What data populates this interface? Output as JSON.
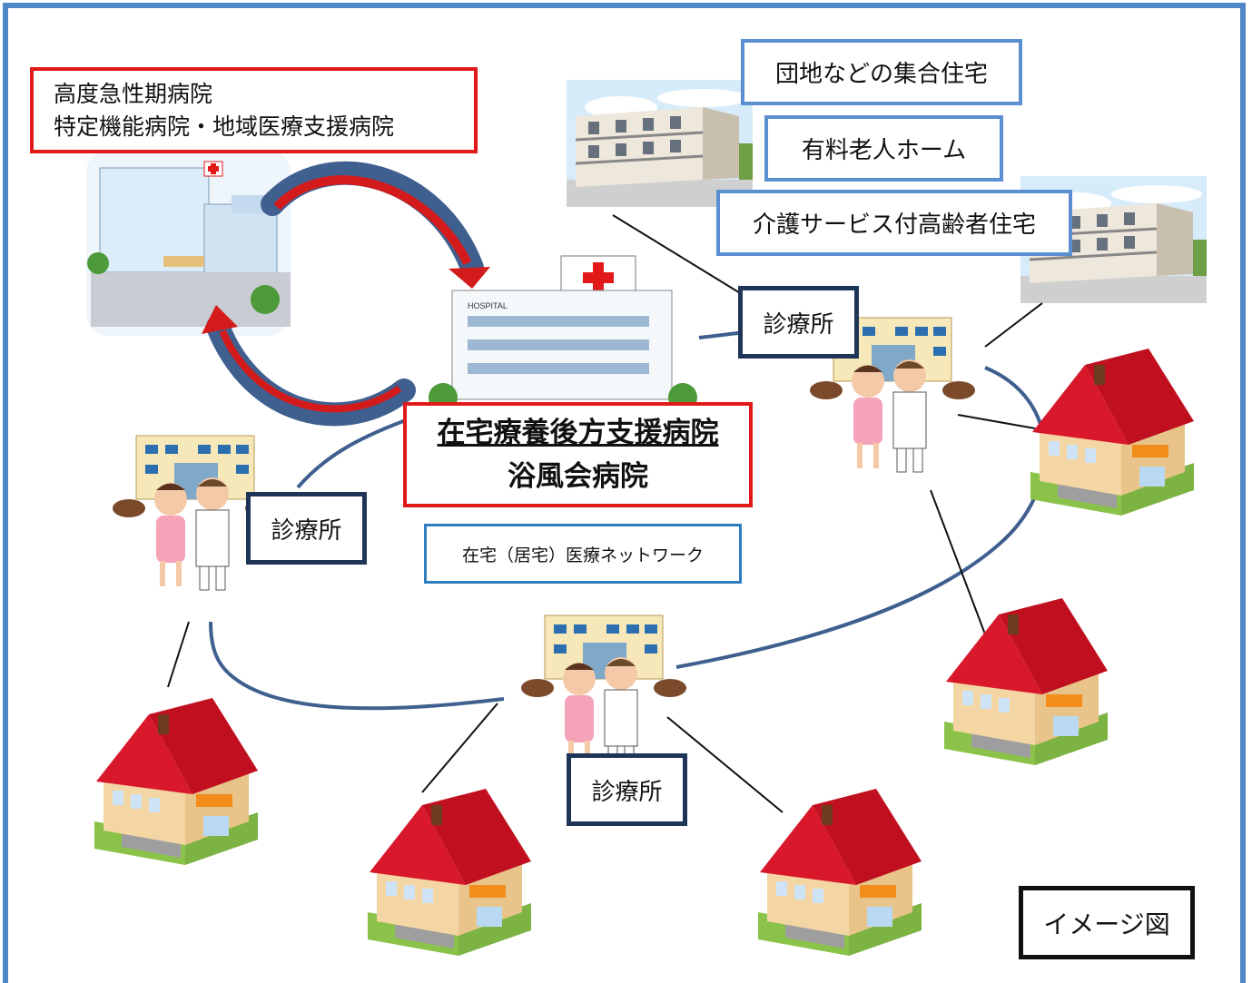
{
  "acute_hospital": {
    "line1": "高度急性期病院",
    "line2": "特定機能病院・地域医療支援病院"
  },
  "support_hospital": {
    "line1": "在宅療養後方支援病院",
    "line2": "浴風会病院",
    "sign_text": "HOSPITAL"
  },
  "network_label": "在宅（居宅）医療ネットワーク",
  "housing": {
    "danchi": "団地などの集合住宅",
    "yuryo": "有料老人ホーム",
    "kaigo": "介護サービス付高齢者住宅"
  },
  "clinic_labels": [
    "診療所",
    "診療所",
    "診療所"
  ],
  "image_label": "イメージ図",
  "colors": {
    "frame": "#4f86c6",
    "red_box": "#e11919",
    "network_line": "#3f5f8f",
    "roof": "#d9182b"
  }
}
